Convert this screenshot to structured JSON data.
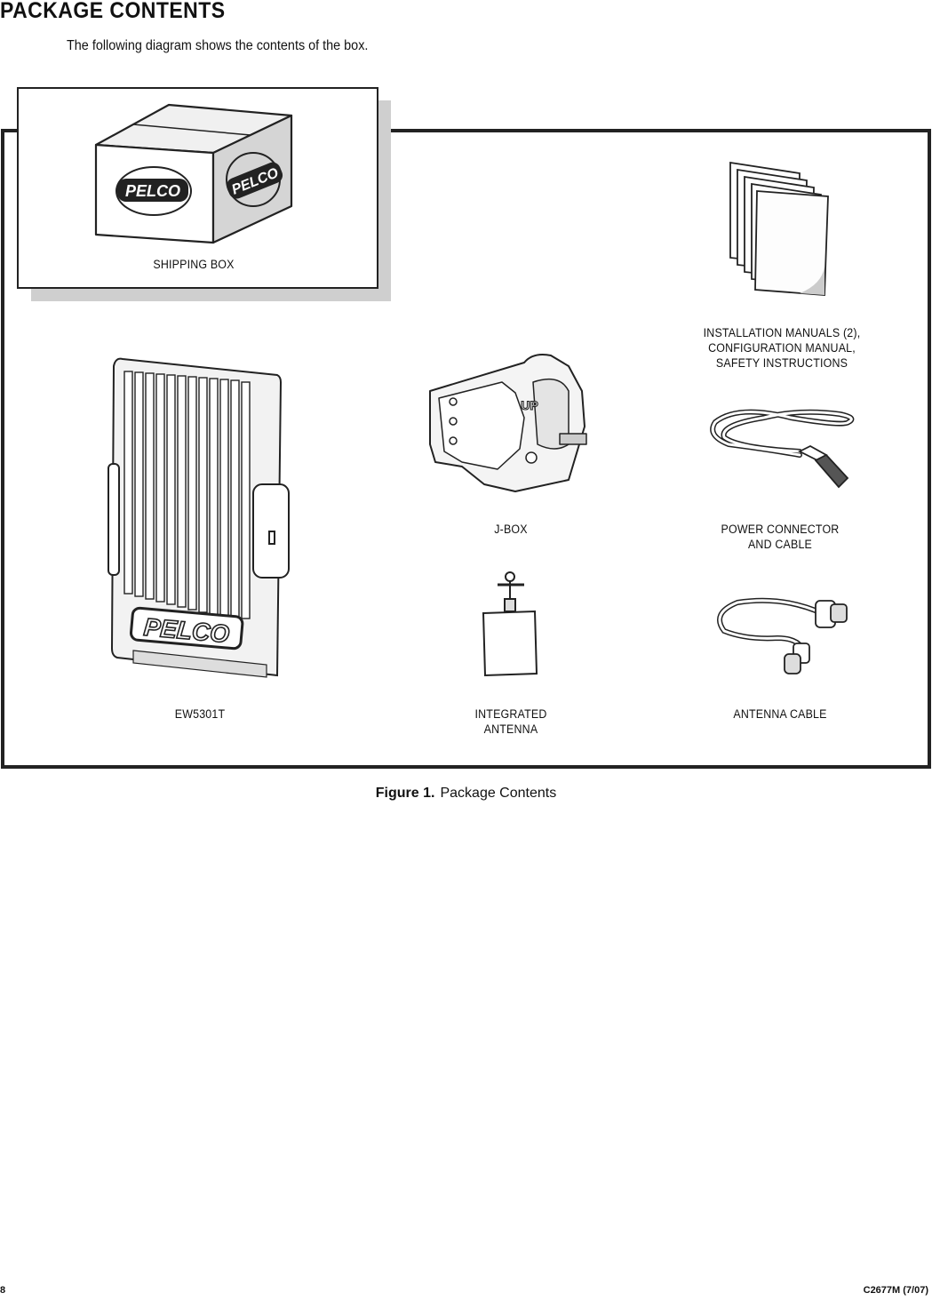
{
  "page": {
    "heading": "PACKAGE CONTENTS",
    "intro": "The following diagram shows the contents of the box."
  },
  "items": {
    "shipping_box": "SHIPPING BOX",
    "manuals": "INSTALLATION MANUALS (2),\nCONFIGURATION MANUAL,\nSAFETY INSTRUCTIONS",
    "jbox": "J-BOX",
    "power_cable": "POWER CONNECTOR\nAND CABLE",
    "ew5301t": "EW5301T",
    "antenna": "INTEGRATED\nANTENNA",
    "antenna_cable": "ANTENNA CABLE"
  },
  "logos": {
    "brand": "PELCO",
    "jbox_mark": "UP"
  },
  "figure": {
    "label": "Figure 1.",
    "title": "Package Contents"
  },
  "footer": {
    "page_number": "8",
    "doc_code": "C2677M (7/07)"
  }
}
